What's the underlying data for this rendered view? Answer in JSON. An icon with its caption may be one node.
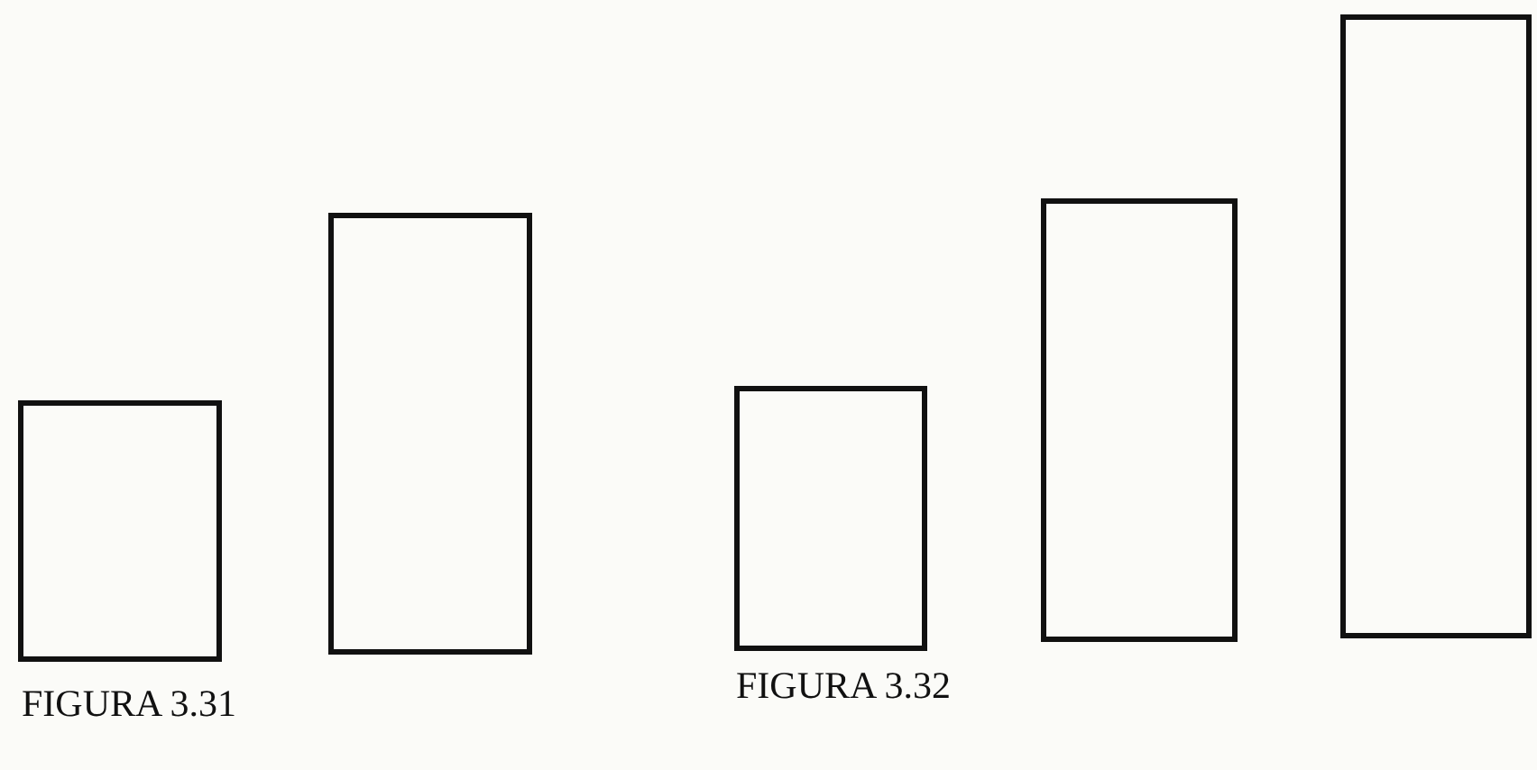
{
  "diagram": {
    "nodes": [
      {
        "text": [],
        "shape": "box"
      },
      {
        "text": [],
        "shape": "box"
      },
      {
        "text": [],
        "shape": "box"
      },
      {
        "text": [],
        "shape": "box"
      },
      {
        "text": [],
        "shape": "box"
      }
    ],
    "labels": [
      "FIGURA 3.31",
      "FIGURA 3.32"
    ]
  }
}
